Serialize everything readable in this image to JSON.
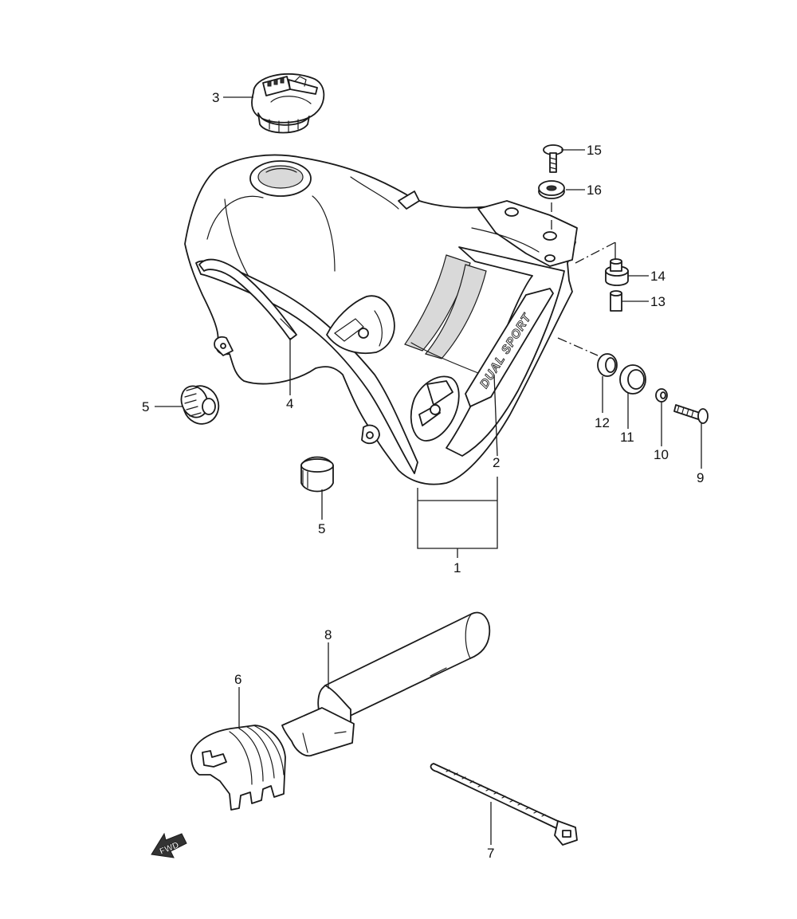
{
  "diagram": {
    "emblem_text": "DUAL SPORT",
    "direction_label": "FWD",
    "callouts": [
      {
        "id": "c1",
        "label": "1"
      },
      {
        "id": "c2",
        "label": "2"
      },
      {
        "id": "c3",
        "label": "3"
      },
      {
        "id": "c4",
        "label": "4"
      },
      {
        "id": "c5a",
        "label": "5"
      },
      {
        "id": "c5b",
        "label": "5"
      },
      {
        "id": "c6",
        "label": "6"
      },
      {
        "id": "c7",
        "label": "7"
      },
      {
        "id": "c8",
        "label": "8"
      },
      {
        "id": "c9",
        "label": "9"
      },
      {
        "id": "c10",
        "label": "10"
      },
      {
        "id": "c11",
        "label": "11"
      },
      {
        "id": "c12",
        "label": "12"
      },
      {
        "id": "c13",
        "label": "13"
      },
      {
        "id": "c14",
        "label": "14"
      },
      {
        "id": "c15",
        "label": "15"
      },
      {
        "id": "c16",
        "label": "16"
      }
    ]
  }
}
